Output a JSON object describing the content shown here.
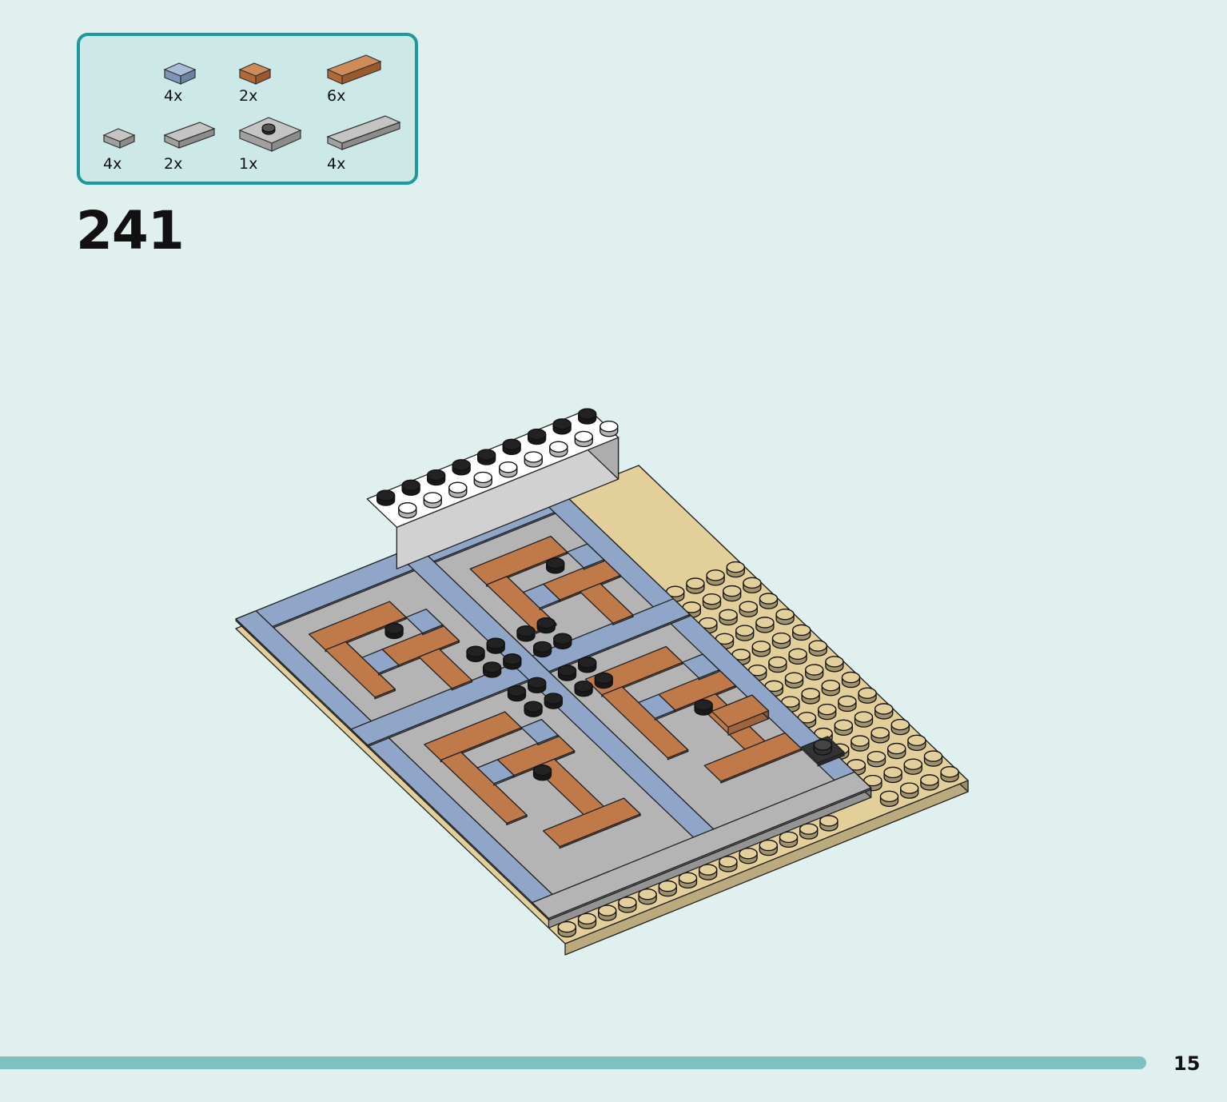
{
  "step": {
    "number": "241"
  },
  "parts_list": {
    "items": [
      {
        "id": "plate-blue-1x1",
        "qty": "4x",
        "color": "#8fa6c8"
      },
      {
        "id": "tile-brown-1x1",
        "qty": "2x",
        "color": "#c07a4a"
      },
      {
        "id": "tile-brown-1x2",
        "qty": "6x",
        "color": "#c07a4a"
      },
      {
        "id": "tile-gray-1x1",
        "qty": "4x",
        "color": "#a9a9a9"
      },
      {
        "id": "tile-gray-1x2",
        "qty": "2x",
        "color": "#a9a9a9"
      },
      {
        "id": "plate-gray-2x2-jumper",
        "qty": "1x",
        "color": "#a9a9a9"
      },
      {
        "id": "tile-gray-1x4",
        "qty": "4x",
        "color": "#a9a9a9"
      }
    ]
  },
  "colors": {
    "background": "#dff0ef",
    "accent": "#1a9a9a",
    "tan": "#e3cf9a",
    "blue": "#8fa6c8",
    "brown": "#c07a4a",
    "gray": "#b4b4b4",
    "white": "#ffffff",
    "black": "#222222"
  },
  "footer": {
    "page_number": "15"
  }
}
